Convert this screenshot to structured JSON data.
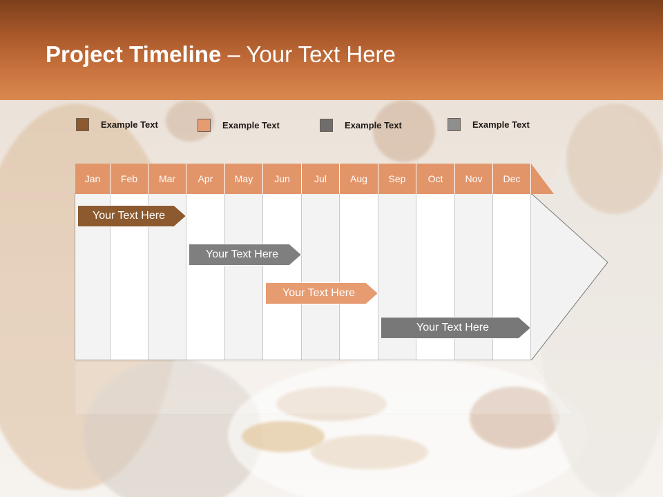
{
  "header": {
    "title_bold": "Project Timeline",
    "title_rest": " – Your Text Here",
    "color": "#b5612f"
  },
  "legend": [
    {
      "label": "Example Text",
      "color": "#8c5a2e"
    },
    {
      "label": "Example Text",
      "color": "#e69b70"
    },
    {
      "label": "Example Text",
      "color": "#6e6e6e"
    },
    {
      "label": "Example Text",
      "color": "#8e8e8e"
    }
  ],
  "timeline": {
    "header_color": "#e3956a",
    "months": [
      "Jan",
      "Feb",
      "Mar",
      "Apr",
      "May",
      "Jun",
      "Jul",
      "Aug",
      "Sep",
      "Oct",
      "Nov",
      "Dec"
    ],
    "tasks": [
      {
        "label": "Your  Text Here",
        "start_month": 1.0,
        "end_month": 4.0,
        "color": "#8c5a2e"
      },
      {
        "label": "Your  Text Here",
        "start_month": 4.0,
        "end_month": 7.0,
        "color": "#7f7f7f"
      },
      {
        "label": "Your  Text Here",
        "start_month": 6.0,
        "end_month": 9.0,
        "color": "#e69b70"
      },
      {
        "label": "Your  Text Here",
        "start_month": 9.0,
        "end_month": 13.0,
        "color": "#787878"
      }
    ]
  }
}
